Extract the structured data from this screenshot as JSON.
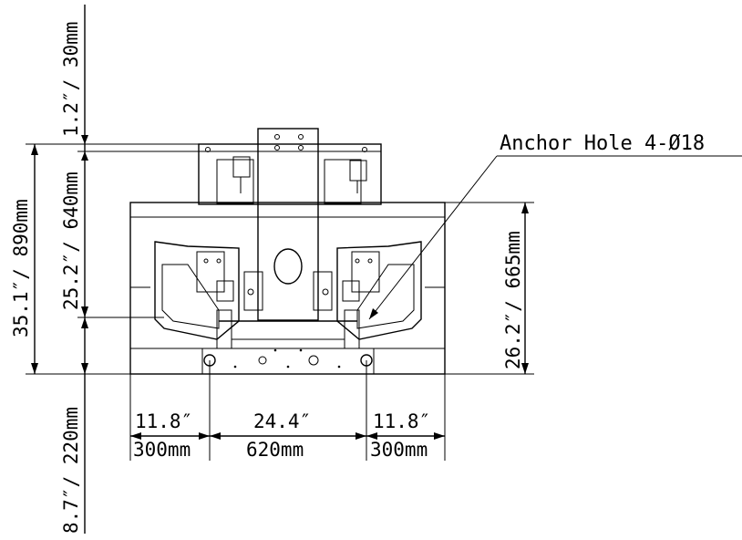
{
  "callout": {
    "anchor_label": "Anchor Hole 4-Ø18"
  },
  "dimensions": {
    "left_overall": "35.1″/ 890mm",
    "left_top_offset": "1.2″/ 30mm",
    "left_mid": "25.2″/ 640mm",
    "left_bottom": "8.7″/ 220mm",
    "right_height": "26.2″/ 665mm",
    "bottom_left_in": "11.8″",
    "bottom_left_mm": "300mm",
    "bottom_mid_in": "24.4″",
    "bottom_mid_mm": "620mm",
    "bottom_right_in": "11.8″",
    "bottom_right_mm": "300mm"
  }
}
